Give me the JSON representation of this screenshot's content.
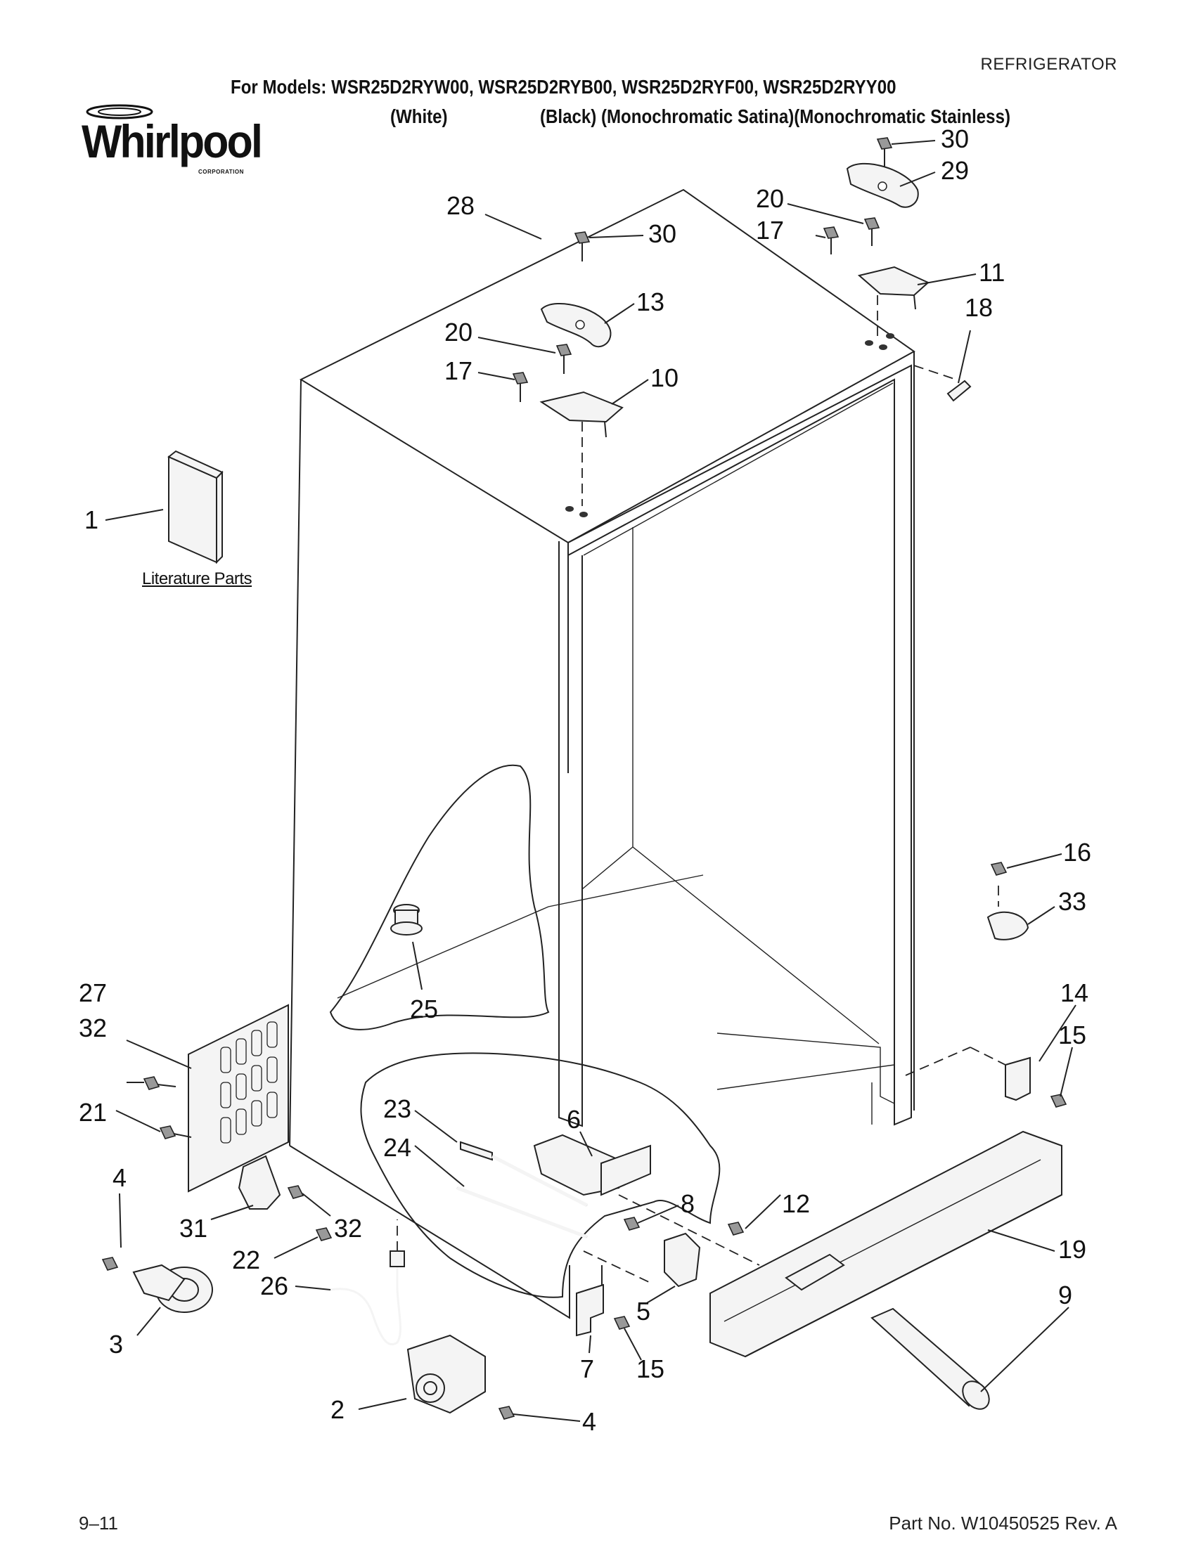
{
  "header": {
    "category": "REFRIGERATOR",
    "models_line": "For Models: WSR25D2RYW00, WSR25D2RYB00, WSR25D2RYF00, WSR25D2RYY00",
    "variants": [
      "(White)",
      "(Black) (Monochromatic Satina)(Monochromatic Stainless)"
    ]
  },
  "logo": {
    "name": "Whirlpool",
    "subtext": "CORPORATION"
  },
  "literature_label": "Literature Parts",
  "callouts": [
    "1",
    "2",
    "3",
    "4",
    "4",
    "5",
    "6",
    "7",
    "8",
    "9",
    "10",
    "11",
    "12",
    "13",
    "14",
    "15",
    "15",
    "16",
    "17",
    "17",
    "18",
    "19",
    "20",
    "20",
    "21",
    "22",
    "23",
    "24",
    "25",
    "26",
    "27",
    "28",
    "29",
    "30",
    "30",
    "31",
    "32",
    "32",
    "33"
  ],
  "footer": {
    "date": "9–11",
    "part_number": "Part No. W10450525 Rev. A"
  }
}
